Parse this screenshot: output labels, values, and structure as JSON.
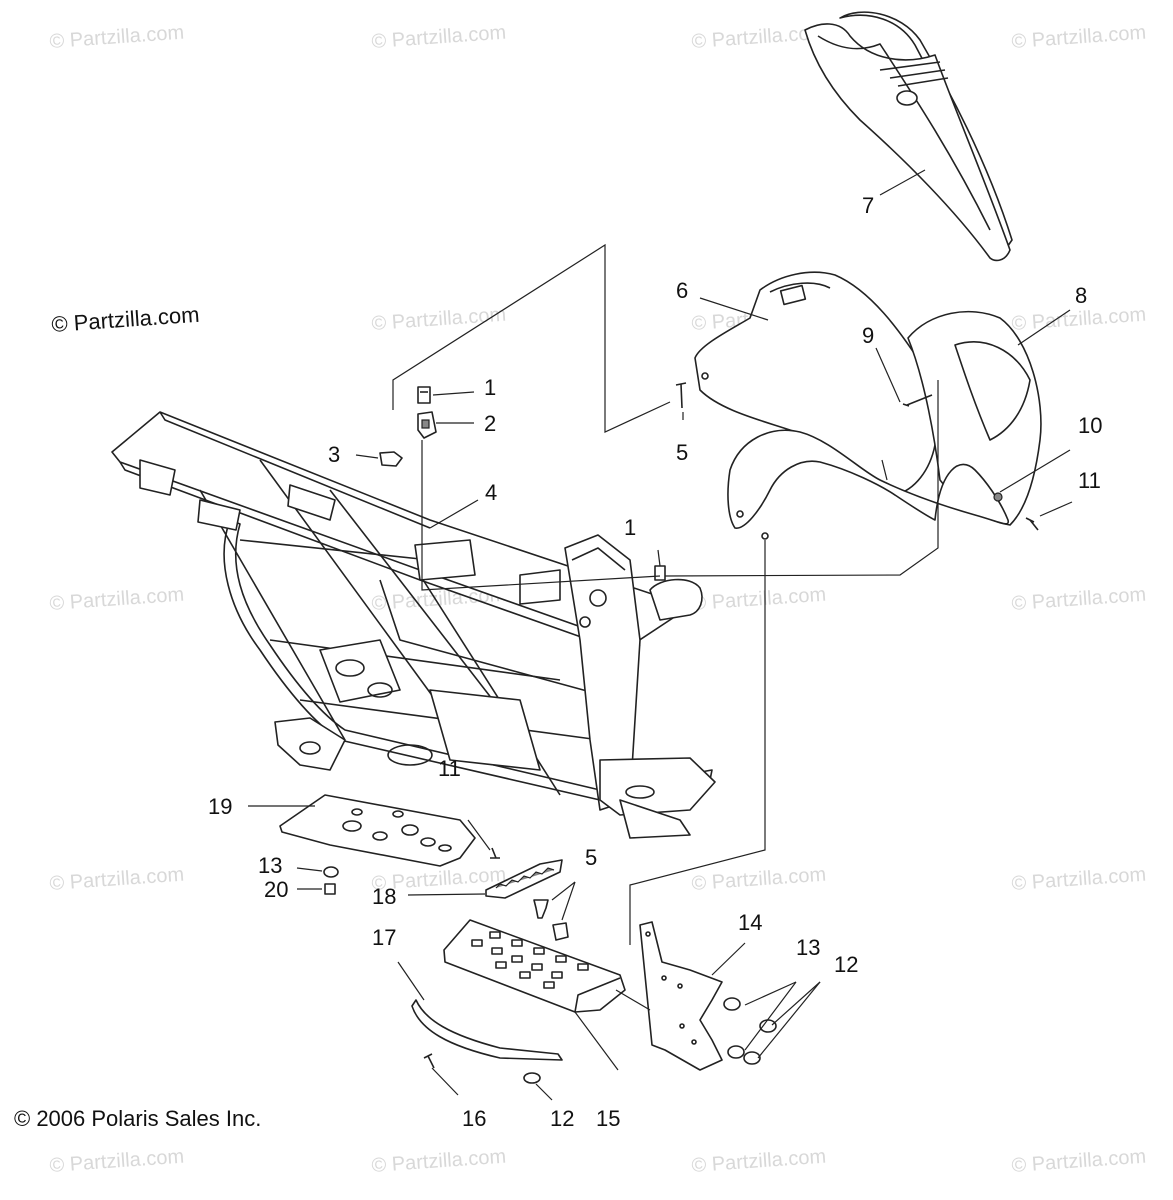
{
  "watermark_text": "© Partzilla.com",
  "brand_notice": "© Partzilla.com",
  "copyright_notice": "© 2006 Polaris Sales Inc.",
  "callouts": [
    "1",
    "2",
    "3",
    "4",
    "5",
    "6",
    "7",
    "8",
    "9",
    "10",
    "11",
    "1",
    "5",
    "11",
    "13",
    "20",
    "18",
    "17",
    "19",
    "14",
    "13",
    "12",
    "15",
    "16",
    "12"
  ]
}
